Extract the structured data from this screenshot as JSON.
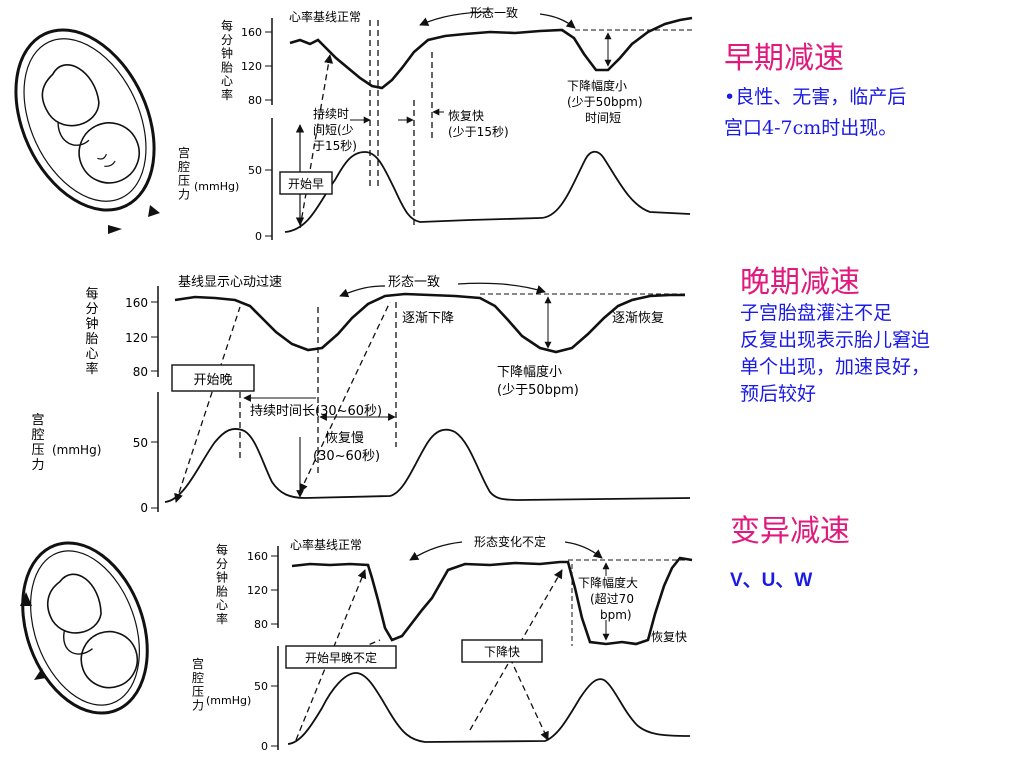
{
  "panels": [
    {
      "id": "early",
      "hr_axis_label": "每分钟胎心率",
      "hr_ticks": [
        "160",
        "120",
        "80"
      ],
      "uc_axis_label": "宫腔压力",
      "uc_unit": "(mmHg)",
      "uc_ticks": [
        "50",
        "0"
      ],
      "labels": {
        "baseline": "心率基线正常",
        "shape": "形态一致",
        "duration": [
          "持续时",
          "间短(少",
          "于15秒)"
        ],
        "recovery": [
          "恢复快",
          "(少于15秒)"
        ],
        "amplitude": [
          "下降幅度小",
          "(少于50bpm)",
          "时间短"
        ],
        "onset_box": "开始早"
      }
    },
    {
      "id": "late",
      "hr_axis_label": "每分钟胎心率",
      "hr_ticks": [
        "160",
        "120",
        "80"
      ],
      "uc_axis_label": "宫腔压力",
      "uc_unit": "(mmHg)",
      "uc_ticks": [
        "50",
        "0"
      ],
      "labels": {
        "baseline": "基线显示心动过速",
        "shape": "形态一致",
        "gradual_drop": "逐渐下降",
        "gradual_recovery": "逐渐恢复",
        "amplitude": [
          "下降幅度小",
          "(少于50bpm)"
        ],
        "onset_box": "开始晚",
        "duration": "持续时间长(30~60秒)",
        "recovery": [
          "恢复慢",
          "(30~60秒)"
        ]
      }
    },
    {
      "id": "variable",
      "hr_axis_label": "每分钟胎心率",
      "hr_ticks": [
        "160",
        "120",
        "80"
      ],
      "uc_axis_label": "宫腔压力",
      "uc_unit": "(mmHg)",
      "uc_ticks": [
        "50",
        "0"
      ],
      "labels": {
        "baseline": "心率基线正常",
        "shape": "形态变化不定",
        "amplitude": [
          "下降幅度大",
          "(超过70",
          "bpm)"
        ],
        "recovery_fast": "恢复快",
        "onset_box": "开始早晚不定",
        "drop_box": "下降快"
      }
    }
  ],
  "descriptions": {
    "early": {
      "title": "早期减速",
      "lines": [
        "•良性、无害，临产后",
        "宫口4-7cm时出现。"
      ]
    },
    "late": {
      "title": "晚期减速",
      "lines": [
        "子宫胎盘灌注不足",
        "反复出现表示胎儿窘迫",
        "单个出现，加速良好，",
        "预后较好"
      ]
    },
    "variable": {
      "title": "变异减速",
      "lines": [
        "V、U、W"
      ]
    }
  },
  "colors": {
    "title": "#e0197d",
    "body": "#1a1ae6",
    "ink": "#111111"
  },
  "icons": [
    "fetus-in-uterus-illustration"
  ]
}
